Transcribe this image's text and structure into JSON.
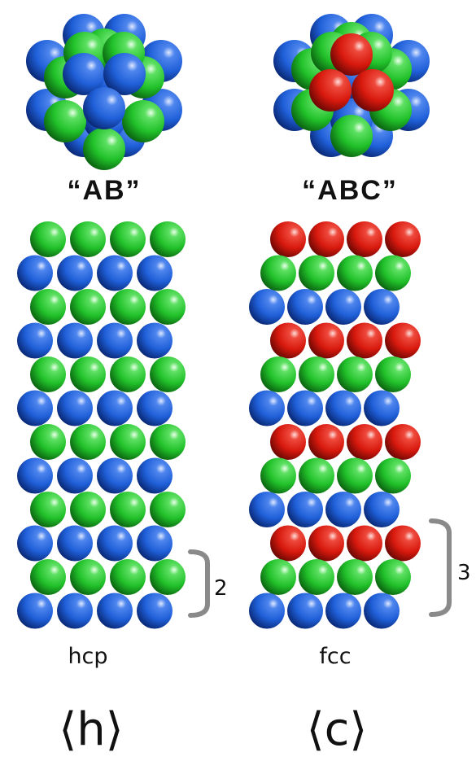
{
  "colors": {
    "blue": "#1f5fd8",
    "green": "#21c12a",
    "red": "#d8190e",
    "bracket": "#8a8a8a"
  },
  "panels": {
    "left": {
      "cluster_label": "“AB”",
      "stack_pattern": [
        "green",
        "blue",
        "green",
        "blue",
        "green",
        "blue",
        "green",
        "blue",
        "green",
        "blue",
        "green",
        "blue"
      ],
      "repeat_label": "2",
      "structure_label": "hcp",
      "notation": "⟨h⟩"
    },
    "right": {
      "cluster_label": "“ABC”",
      "stack_pattern": [
        "red",
        "green",
        "blue",
        "red",
        "green",
        "blue",
        "red",
        "green",
        "blue",
        "red",
        "green",
        "blue"
      ],
      "repeat_label": "3",
      "structure_label": "fcc",
      "notation": "⟨c⟩"
    }
  }
}
